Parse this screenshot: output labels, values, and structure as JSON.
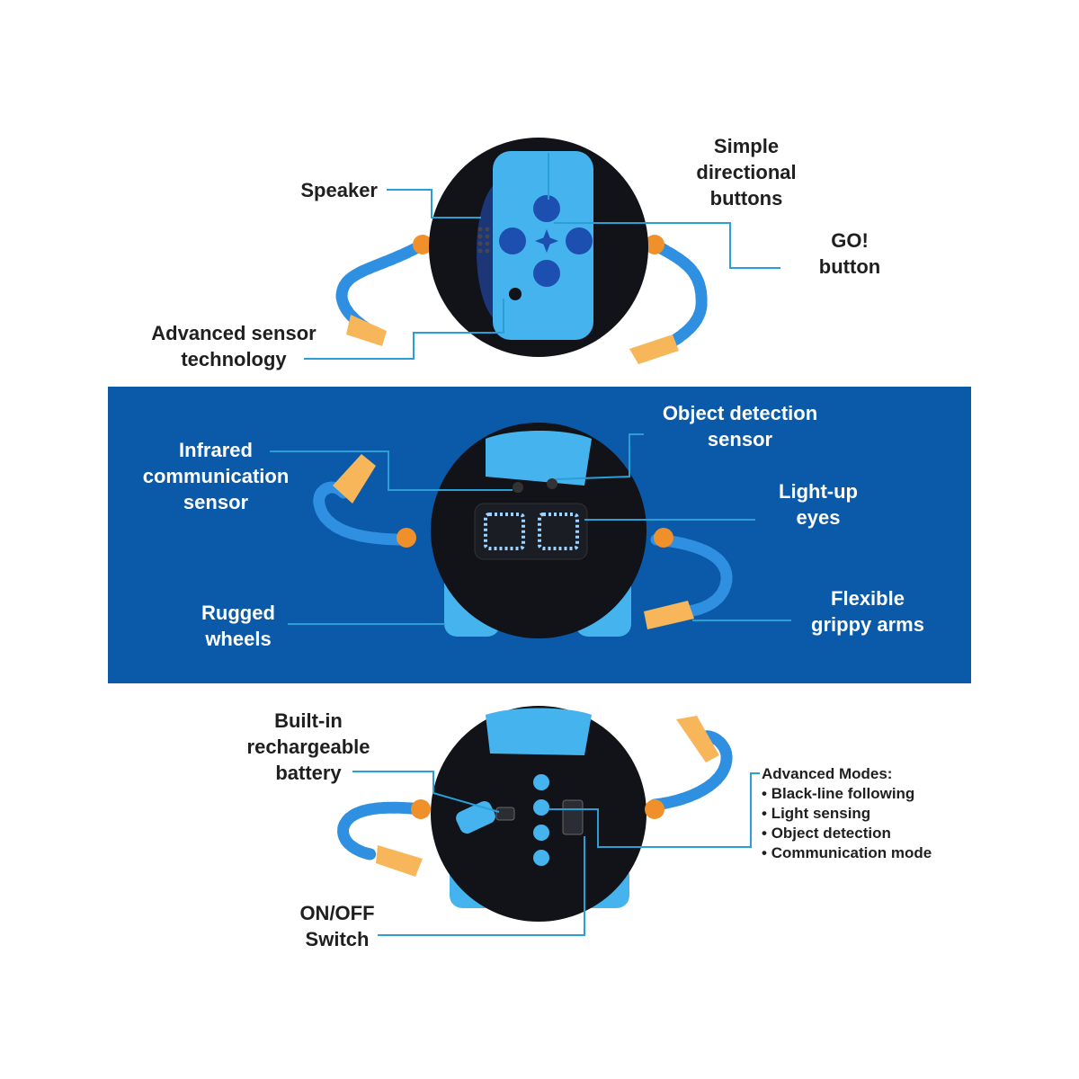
{
  "colors": {
    "band": "#0a5aa9",
    "callout_line": "#2a9fd6",
    "robot_black": "#111318",
    "robot_blue": "#45b4ee",
    "arm_blue": "#2f8fe0",
    "joint_orange": "#f0902a",
    "claw_orange": "#f7b65a"
  },
  "top": {
    "speaker": "Speaker",
    "directional": "Simple\ndirectional\nbuttons",
    "go": "GO!\nbutton",
    "sensor_tech": "Advanced sensor\ntechnology"
  },
  "middle": {
    "infrared": "Infrared\ncommunication\nsensor",
    "object_detection": "Object detection\nsensor",
    "light_eyes": "Light-up\neyes",
    "wheels": "Rugged\nwheels",
    "arms": "Flexible\ngrippy arms"
  },
  "bottom": {
    "battery": "Built-in\nrechargeable\nbattery",
    "switch": "ON/OFF\nSwitch",
    "modes_title": "Advanced Modes:",
    "modes": [
      "Black-line following",
      "Light sensing",
      "Object detection",
      "Communication mode"
    ]
  }
}
